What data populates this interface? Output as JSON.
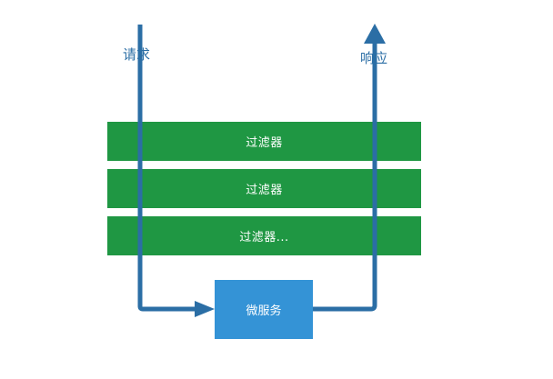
{
  "labels": {
    "request": "请求",
    "response": "响应"
  },
  "filters": [
    {
      "label": "过滤器"
    },
    {
      "label": "过滤器"
    },
    {
      "label": "过滤器..."
    }
  ],
  "service": {
    "label": "微服务"
  },
  "colors": {
    "flow_line": "#2b6ea5",
    "filter_fill": "#1f9743",
    "service_fill": "#3493d6",
    "text_on_fill": "#ffffff"
  }
}
